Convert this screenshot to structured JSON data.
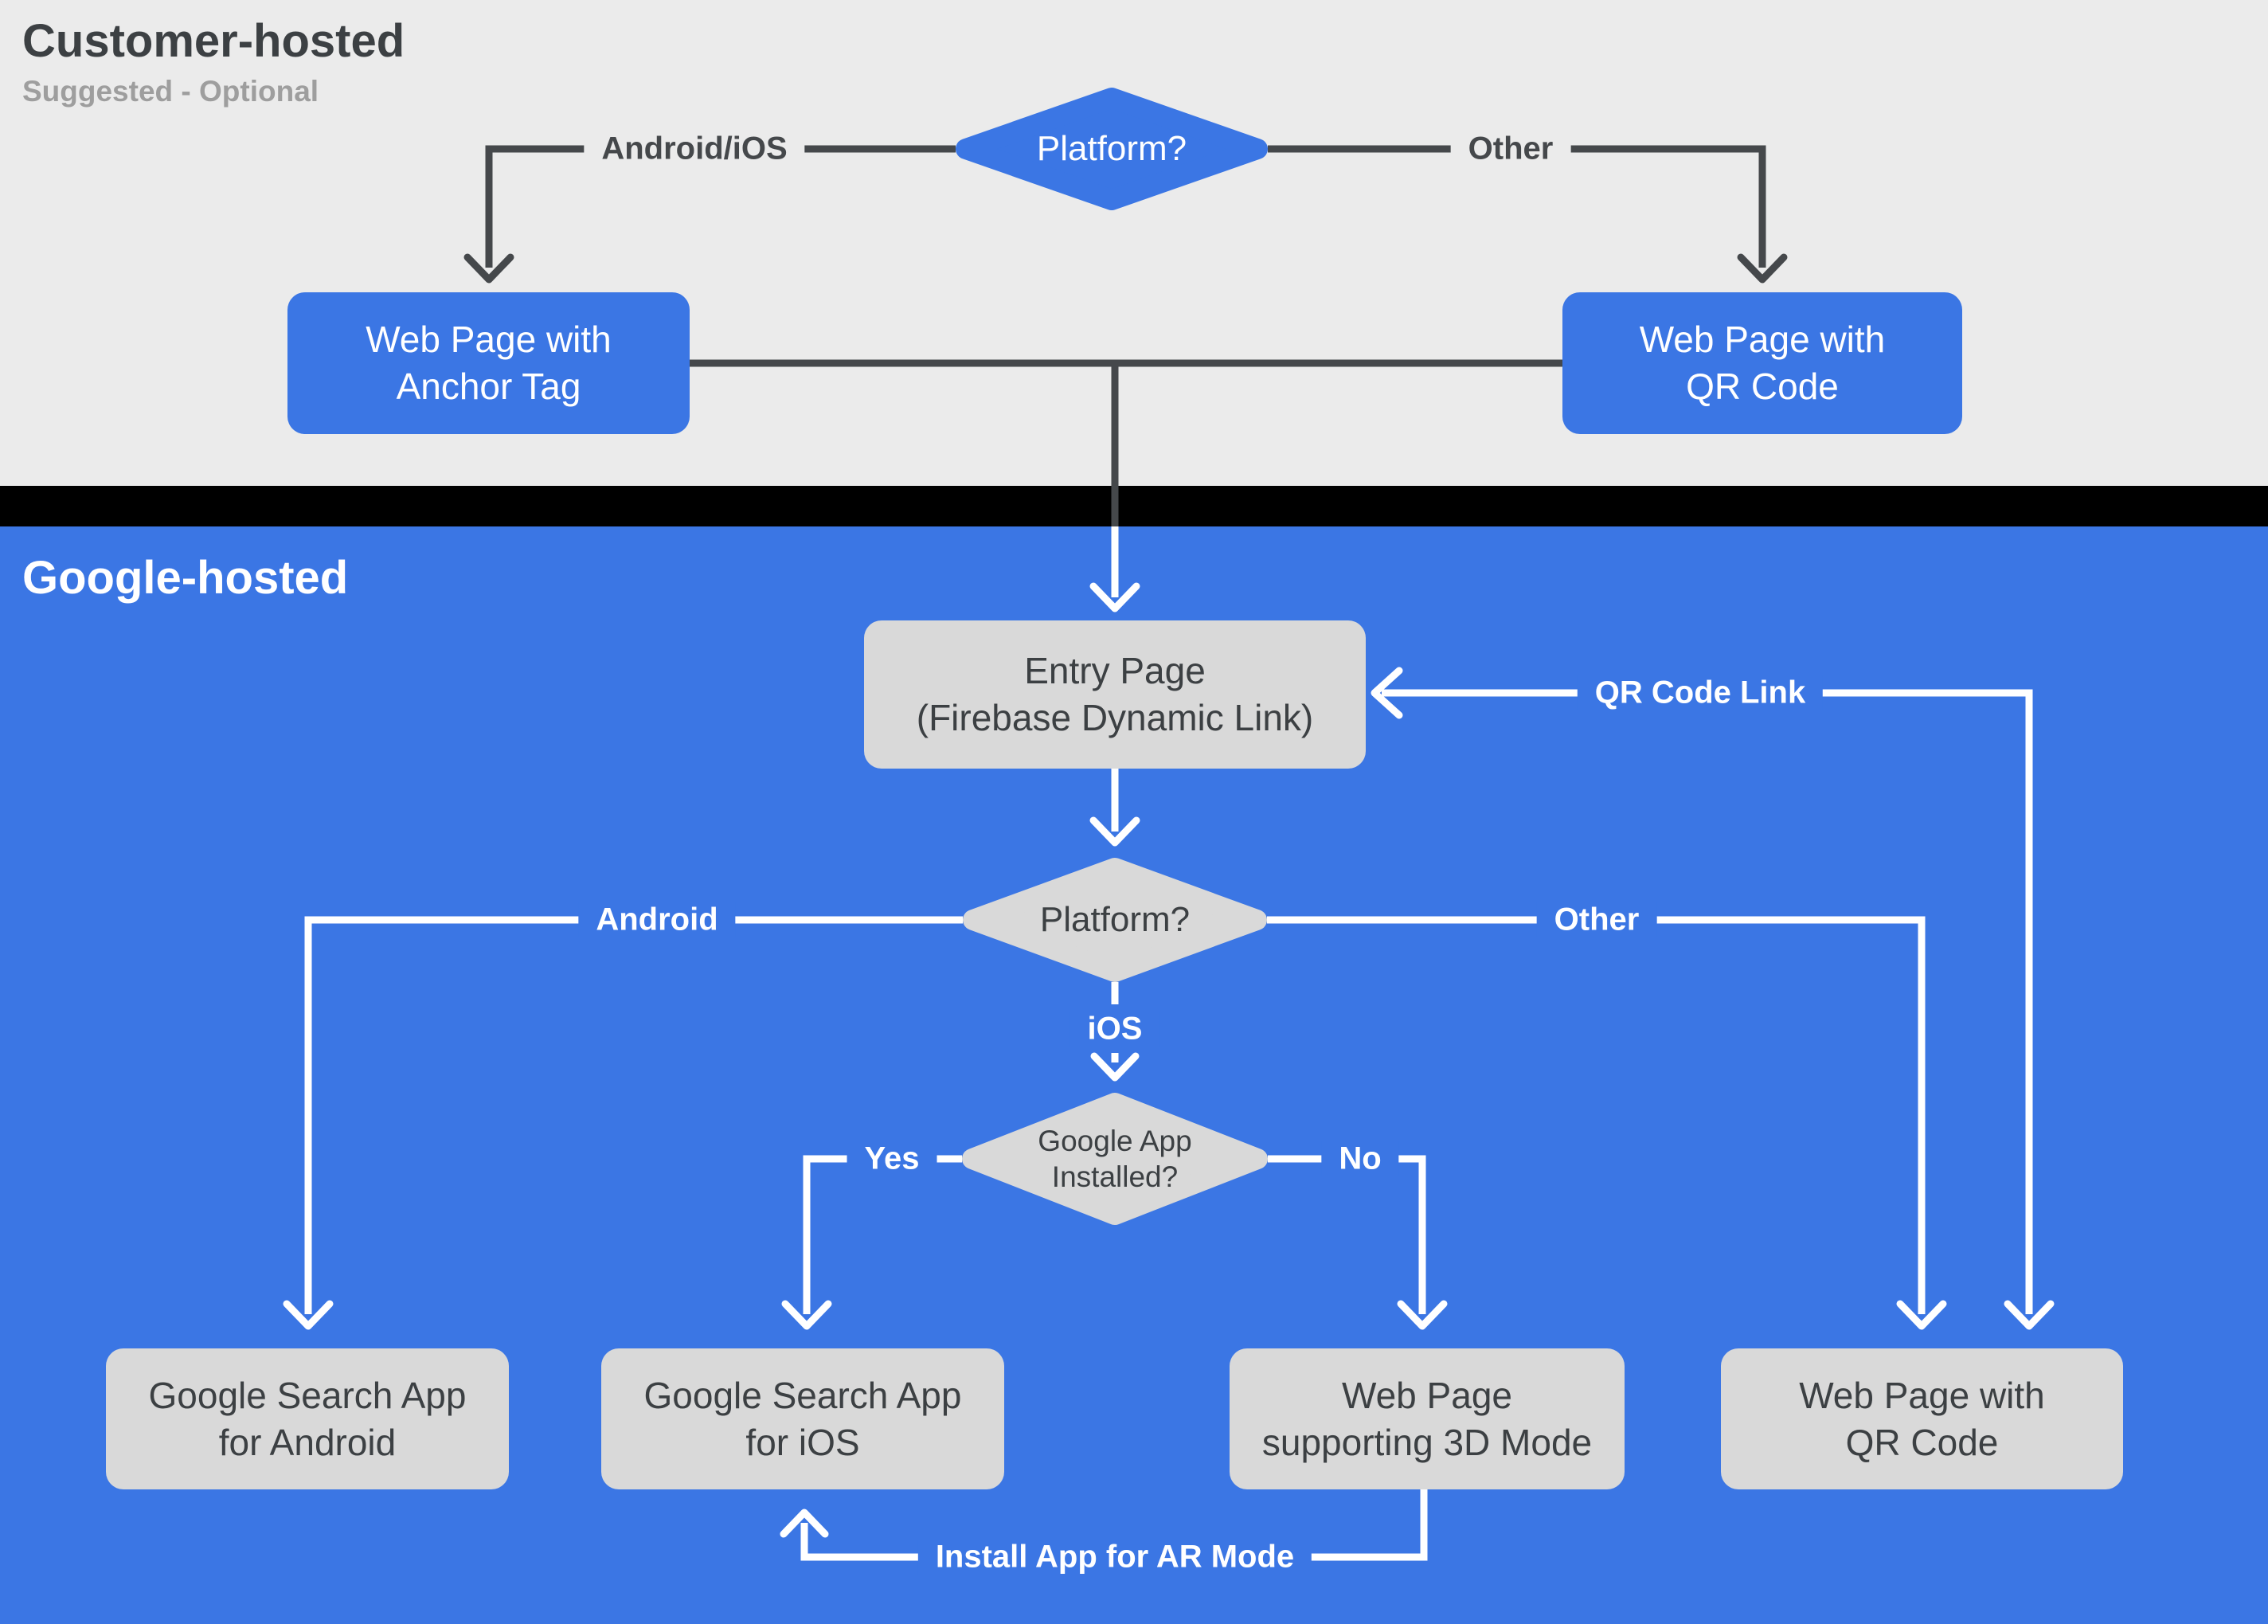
{
  "sections": {
    "customer": {
      "title": "Customer-hosted",
      "subtitle": "Suggested - Optional"
    },
    "google": {
      "title": "Google-hosted"
    }
  },
  "nodes": {
    "platform_top": {
      "label": "Platform?"
    },
    "web_anchor": {
      "line1": "Web Page with",
      "line2": "Anchor Tag"
    },
    "web_qr_top": {
      "line1": "Web Page with",
      "line2": "QR Code"
    },
    "entry": {
      "line1": "Entry Page",
      "line2": "(Firebase Dynamic Link)"
    },
    "platform_mid": {
      "label": "Platform?"
    },
    "google_app": {
      "line1": "Google App",
      "line2": "Installed?"
    },
    "gsa_android": {
      "line1": "Google Search App",
      "line2": "for Android"
    },
    "gsa_ios": {
      "line1": "Google Search App",
      "line2": "for iOS"
    },
    "web_3d": {
      "line1": "Web Page",
      "line2": "supporting 3D Mode"
    },
    "web_qr_bottom": {
      "line1": "Web Page with",
      "line2": "QR Code"
    }
  },
  "edge_labels": {
    "android_ios": "Android/iOS",
    "other_top": "Other",
    "qr_code_link": "QR Code Link",
    "android": "Android",
    "ios": "iOS",
    "other_bottom": "Other",
    "yes": "Yes",
    "no": "No",
    "install_ar": "Install App for AR Mode"
  },
  "colors": {
    "blue": "#3b76e4",
    "top-bg": "#ebebeb",
    "divider": "#000000",
    "node-gray": "#d9d9d9",
    "dark-text": "#3c4043",
    "line-dark": "#45484b",
    "subtitle-gray": "#9e9e9e",
    "white": "#ffffff"
  }
}
